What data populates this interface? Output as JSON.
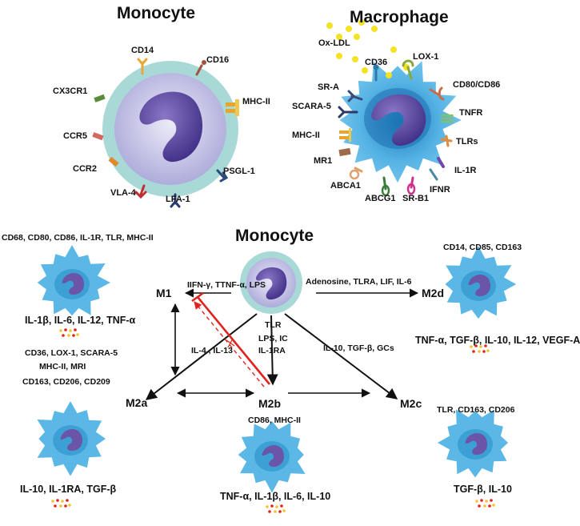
{
  "titles": {
    "monocyte_top": "Monocyte",
    "macrophage_top": "Macrophage",
    "monocyte_center": "Monocyte"
  },
  "monocyte_receptors": [
    "CD14",
    "CD16",
    "CX3CR1",
    "MHC-II",
    "CCR5",
    "CCR2",
    "VLA-4",
    "LFA-1",
    "PSGL-1"
  ],
  "macrophage_receptors": [
    "Ox-LDL",
    "CD36",
    "LOX-1",
    "SR-A",
    "CD80/CD86",
    "SCARA-5",
    "TNFR",
    "MHC-II",
    "TLRs",
    "MR1",
    "IL-1R",
    "ABCA1",
    "ABCG1",
    "SR-B1",
    "IFNR"
  ],
  "nodes": {
    "m1": "M1",
    "m2a": "M2a",
    "m2b": "M2b",
    "m2c": "M2c",
    "m2d": "M2d"
  },
  "stimuli": {
    "m1": "IIFN-γ, TTNF-α, LPS",
    "m2d": "Adenosine, TLRA, LIF, IL-6",
    "m2a": "IL-4 , IL-13",
    "m2b_1": "TLR",
    "m2b_2": "LPS, IC",
    "m2b_3": "IL-1RA",
    "m2c": "IL-10, TGF-β, GCs"
  },
  "markers": {
    "m1": "CD68, CD80, CD86, IL-1R, TLR, MHC-II",
    "m2d": "CD14, CD85, CD163",
    "m2a_1": "CD36, LOX-1, SCARA-5",
    "m2a_2": "MHC-II, MRI",
    "m2a_3": "CD163, CD206, CD209",
    "m2b": "CD86, MHC-II",
    "m2c": "TLR, CD163, CD206"
  },
  "secretions": {
    "m1": "IL-1β, IL-6, IL-12, TNF-α",
    "m2d": "TNF-α, TGF-β, IL-10, IL-12, VEGF-A",
    "m2a": "IL-10, IL-1RA, TGF-β",
    "m2b": "TNF-α, IL-1β, IL-6, IL-10",
    "m2c": "TGF-β, IL-10"
  },
  "colors": {
    "cell_blue": "#5bb8e6",
    "cell_dark": "#2a8fc8",
    "nucleus": "#6b55a8",
    "monocyte_ring": "#a8d9d6",
    "inhibit_red": "#e0231c",
    "ox_ldl_yellow": "#f4e225"
  }
}
